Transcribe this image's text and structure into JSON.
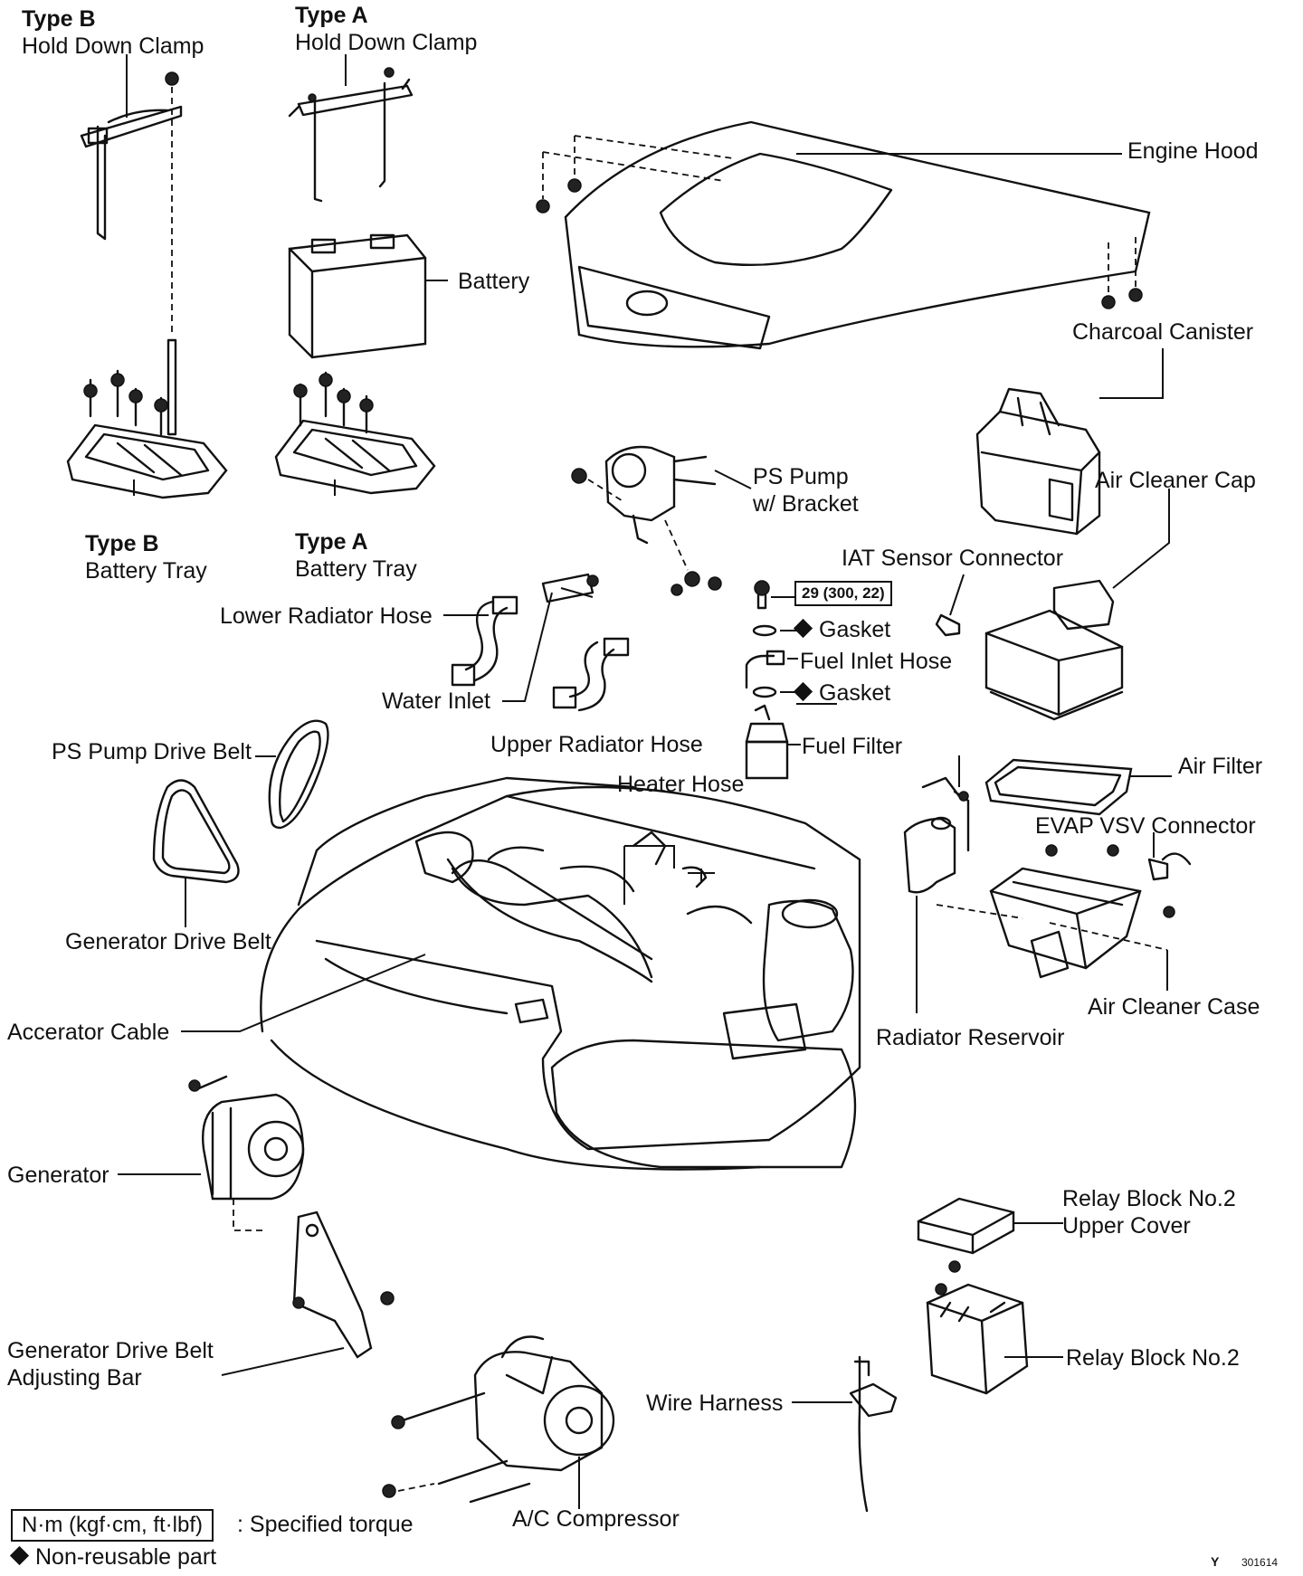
{
  "labels": {
    "type_b_clamp_type": "Type B",
    "type_b_clamp_name": "Hold Down Clamp",
    "type_a_clamp_type": "Type A",
    "type_a_clamp_name": "Hold Down Clamp",
    "battery": "Battery",
    "engine_hood": "Engine Hood",
    "charcoal_canister": "Charcoal Canister",
    "type_b_tray_type": "Type B",
    "type_b_tray_name": "Battery Tray",
    "type_a_tray_type": "Type A",
    "type_a_tray_name": "Battery Tray",
    "ps_pump_line1": "PS Pump",
    "ps_pump_line2": "w/ Bracket",
    "air_cleaner_cap": "Air Cleaner Cap",
    "iat_sensor_connector": "IAT Sensor Connector",
    "lower_radiator_hose": "Lower Radiator Hose",
    "gasket_upper": "Gasket",
    "fuel_inlet_hose": "Fuel Inlet Hose",
    "gasket_lower": "Gasket",
    "water_inlet": "Water Inlet",
    "ps_pump_drive_belt": "PS Pump Drive Belt",
    "upper_radiator_hose": "Upper Radiator Hose",
    "fuel_filter": "Fuel Filter",
    "air_filter": "Air Filter",
    "heater_hose": "Heater Hose",
    "evap_vsv_connector": "EVAP VSV Connector",
    "generator_drive_belt": "Generator Drive Belt",
    "air_cleaner_case": "Air Cleaner Case",
    "accelerator_cable": "Accerator Cable",
    "radiator_reservoir": "Radiator Reservoir",
    "generator": "Generator",
    "relay_block_cover_line1": "Relay Block No.2",
    "relay_block_cover_line2": "Upper Cover",
    "adjusting_bar_line1": "Generator Drive Belt",
    "adjusting_bar_line2": "Adjusting Bar",
    "relay_block": "Relay Block No.2",
    "wire_harness": "Wire Harness",
    "ac_compressor": "A/C Compressor"
  },
  "torque_spec": "29 (300, 22)",
  "legend": {
    "unit_box": "N·m (kgf·cm, ft·lbf)",
    "unit_text": ": Specified torque",
    "nonreusable": "Non-reusable part"
  },
  "figure_code": {
    "letter": "Y",
    "number": "301614"
  }
}
